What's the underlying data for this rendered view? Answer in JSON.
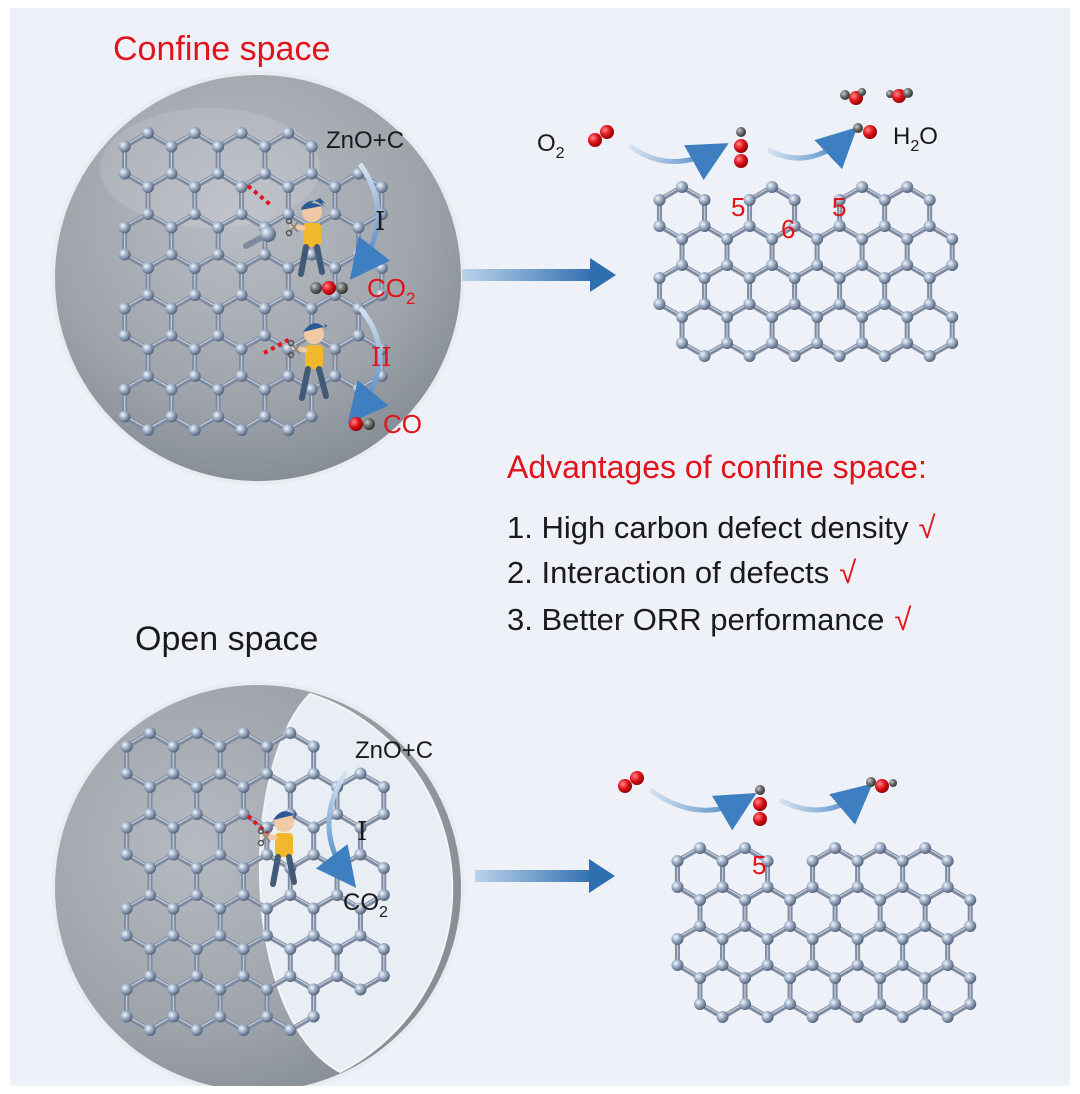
{
  "colors": {
    "background": "#eef1f8",
    "red": "#e3131b",
    "text": "#1a1a1a",
    "arrow": "#2f6fb0",
    "lattice": "#7d8aa0",
    "lattice_highlight": "#dfe6f2",
    "sphere": "#9aa0a8"
  },
  "top": {
    "title": "Confine space",
    "reagent": "ZnO+C",
    "step_1": "I",
    "step_2": "II",
    "co2_main": "CO",
    "co2_sub": "2",
    "co": "CO",
    "o2_main": "O",
    "o2_sub": "2",
    "h2o_h": "H",
    "h2o_sub": "2",
    "h2o_o": "O",
    "ring_a": "5",
    "ring_b": "6",
    "ring_c": "5"
  },
  "advantages": {
    "title": "Advantages of confine space:",
    "items": [
      {
        "text": "1. High carbon defect density",
        "check": "√"
      },
      {
        "text": "2. Interaction of defects",
        "check": "√"
      },
      {
        "text": "3. Better ORR performance",
        "check": "√"
      }
    ]
  },
  "bottom": {
    "title": "Open space",
    "reagent": "ZnO+C",
    "step_1": "I",
    "co2_main": "CO",
    "co2_sub": "2",
    "ring": "5"
  }
}
